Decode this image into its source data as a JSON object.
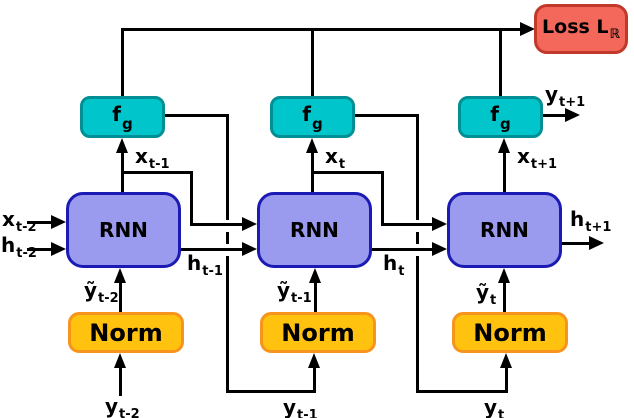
{
  "diagram": {
    "title": "unrolled RNN with normalization and output function feeding a loss",
    "blocks": {
      "loss": {
        "base": "Loss L",
        "sub": "ℝ"
      },
      "fg": {
        "base": "f",
        "sub": "g"
      },
      "rnn": {
        "label": "RNN"
      },
      "norm": {
        "label": "Norm"
      }
    },
    "labels": {
      "x_tm2": {
        "base": "x",
        "sub": "t-2"
      },
      "h_tm2": {
        "base": "h",
        "sub": "t-2"
      },
      "x_tm1": {
        "base": "x",
        "sub": "t-1"
      },
      "x_t": {
        "base": "x",
        "sub": "t"
      },
      "x_tp1": {
        "base": "x",
        "sub": "t+1"
      },
      "h_tm1": {
        "base": "h",
        "sub": "t-1"
      },
      "h_t": {
        "base": "h",
        "sub": "t"
      },
      "h_tp1": {
        "base": "h",
        "sub": "t+1"
      },
      "y_tp1": {
        "base": "y",
        "sub": "t+1"
      },
      "yt_tm2": {
        "base": "ỹ",
        "sub": "t-2"
      },
      "yt_tm1": {
        "base": "ỹ",
        "sub": "t-1"
      },
      "yt_t": {
        "base": "ỹ",
        "sub": "t"
      },
      "y_tm2": {
        "base": "y",
        "sub": "t-2"
      },
      "y_tm1": {
        "base": "y",
        "sub": "t-1"
      },
      "y_t": {
        "base": "y",
        "sub": "t"
      }
    },
    "colors": {
      "background": "#ffffff",
      "line": "#000000",
      "loss_fill": "#f4685c",
      "loss_border": "#c0392b",
      "fg_fill": "#00c5cb",
      "fg_border": "#008f94",
      "rnn_fill": "#9a9aee",
      "rnn_border": "#1b1bb3",
      "norm_fill": "#ffc20e",
      "norm_border": "#f7941d"
    }
  }
}
